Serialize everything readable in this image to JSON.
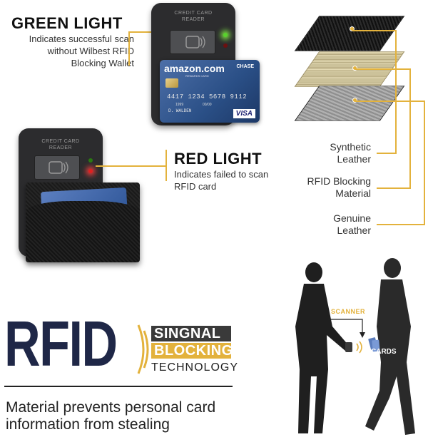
{
  "green_light": {
    "title": "GREEN LIGHT",
    "description": [
      "Indicates successful scan",
      "without Wilbest RFID",
      "Blocking Wallet"
    ]
  },
  "red_light": {
    "title": "RED LIGHT",
    "description": [
      "Indicates failed to scan",
      "RFID card"
    ]
  },
  "reader": {
    "label_line1": "CREDIT CARD",
    "label_line2": "READER"
  },
  "credit_card": {
    "brand": "amazon.com",
    "brand_sub": "REWARDS CARD",
    "bank": "CHASE",
    "number": "4417 1234 5678 9112",
    "holder": "D. WALDEN",
    "small_num": "1999",
    "expiry": "00/00",
    "network": "VISA"
  },
  "layers": [
    {
      "label": [
        "Synthetic",
        "Leather"
      ]
    },
    {
      "label": [
        "RFID Blocking",
        "Material"
      ]
    },
    {
      "label": [
        "Genuine",
        "Leather"
      ]
    }
  ],
  "scene": {
    "scanner_label": "SCANNER",
    "cards_label": "CARDS"
  },
  "logo": {
    "rfid": "RFID",
    "line1": "SINGNAL",
    "line2": "BLOCKING",
    "line3": "TECHNOLOGY"
  },
  "tagline": [
    "Material prevents personal card",
    "information from stealing"
  ],
  "colors": {
    "accent": "#e3b23c",
    "navy": "#1f2747",
    "green_led": "#57d32c",
    "red_led": "#e02020"
  }
}
